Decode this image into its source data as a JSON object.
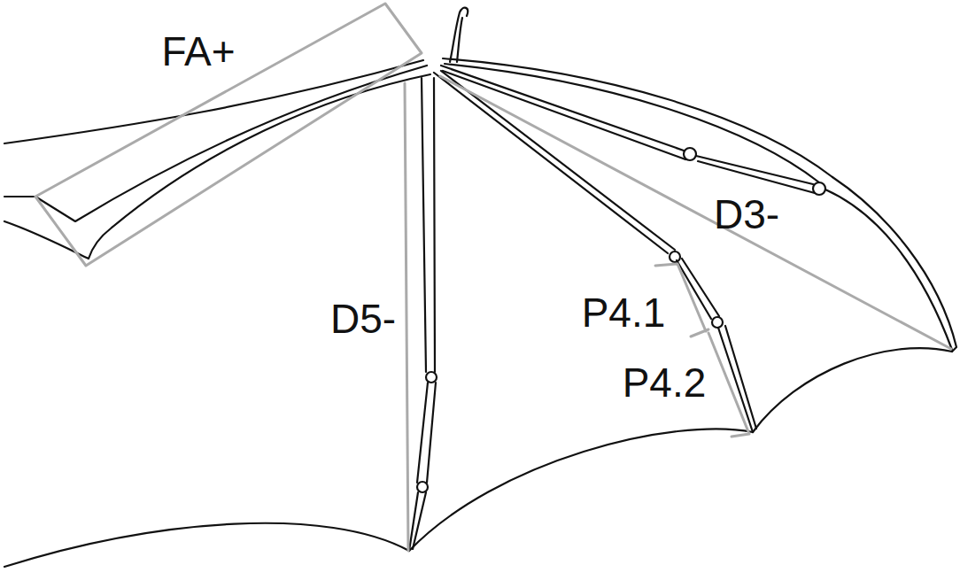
{
  "diagram": {
    "labels": [
      "FA+",
      "D5-",
      "D3-",
      "P4.1",
      "P4.2"
    ]
  }
}
